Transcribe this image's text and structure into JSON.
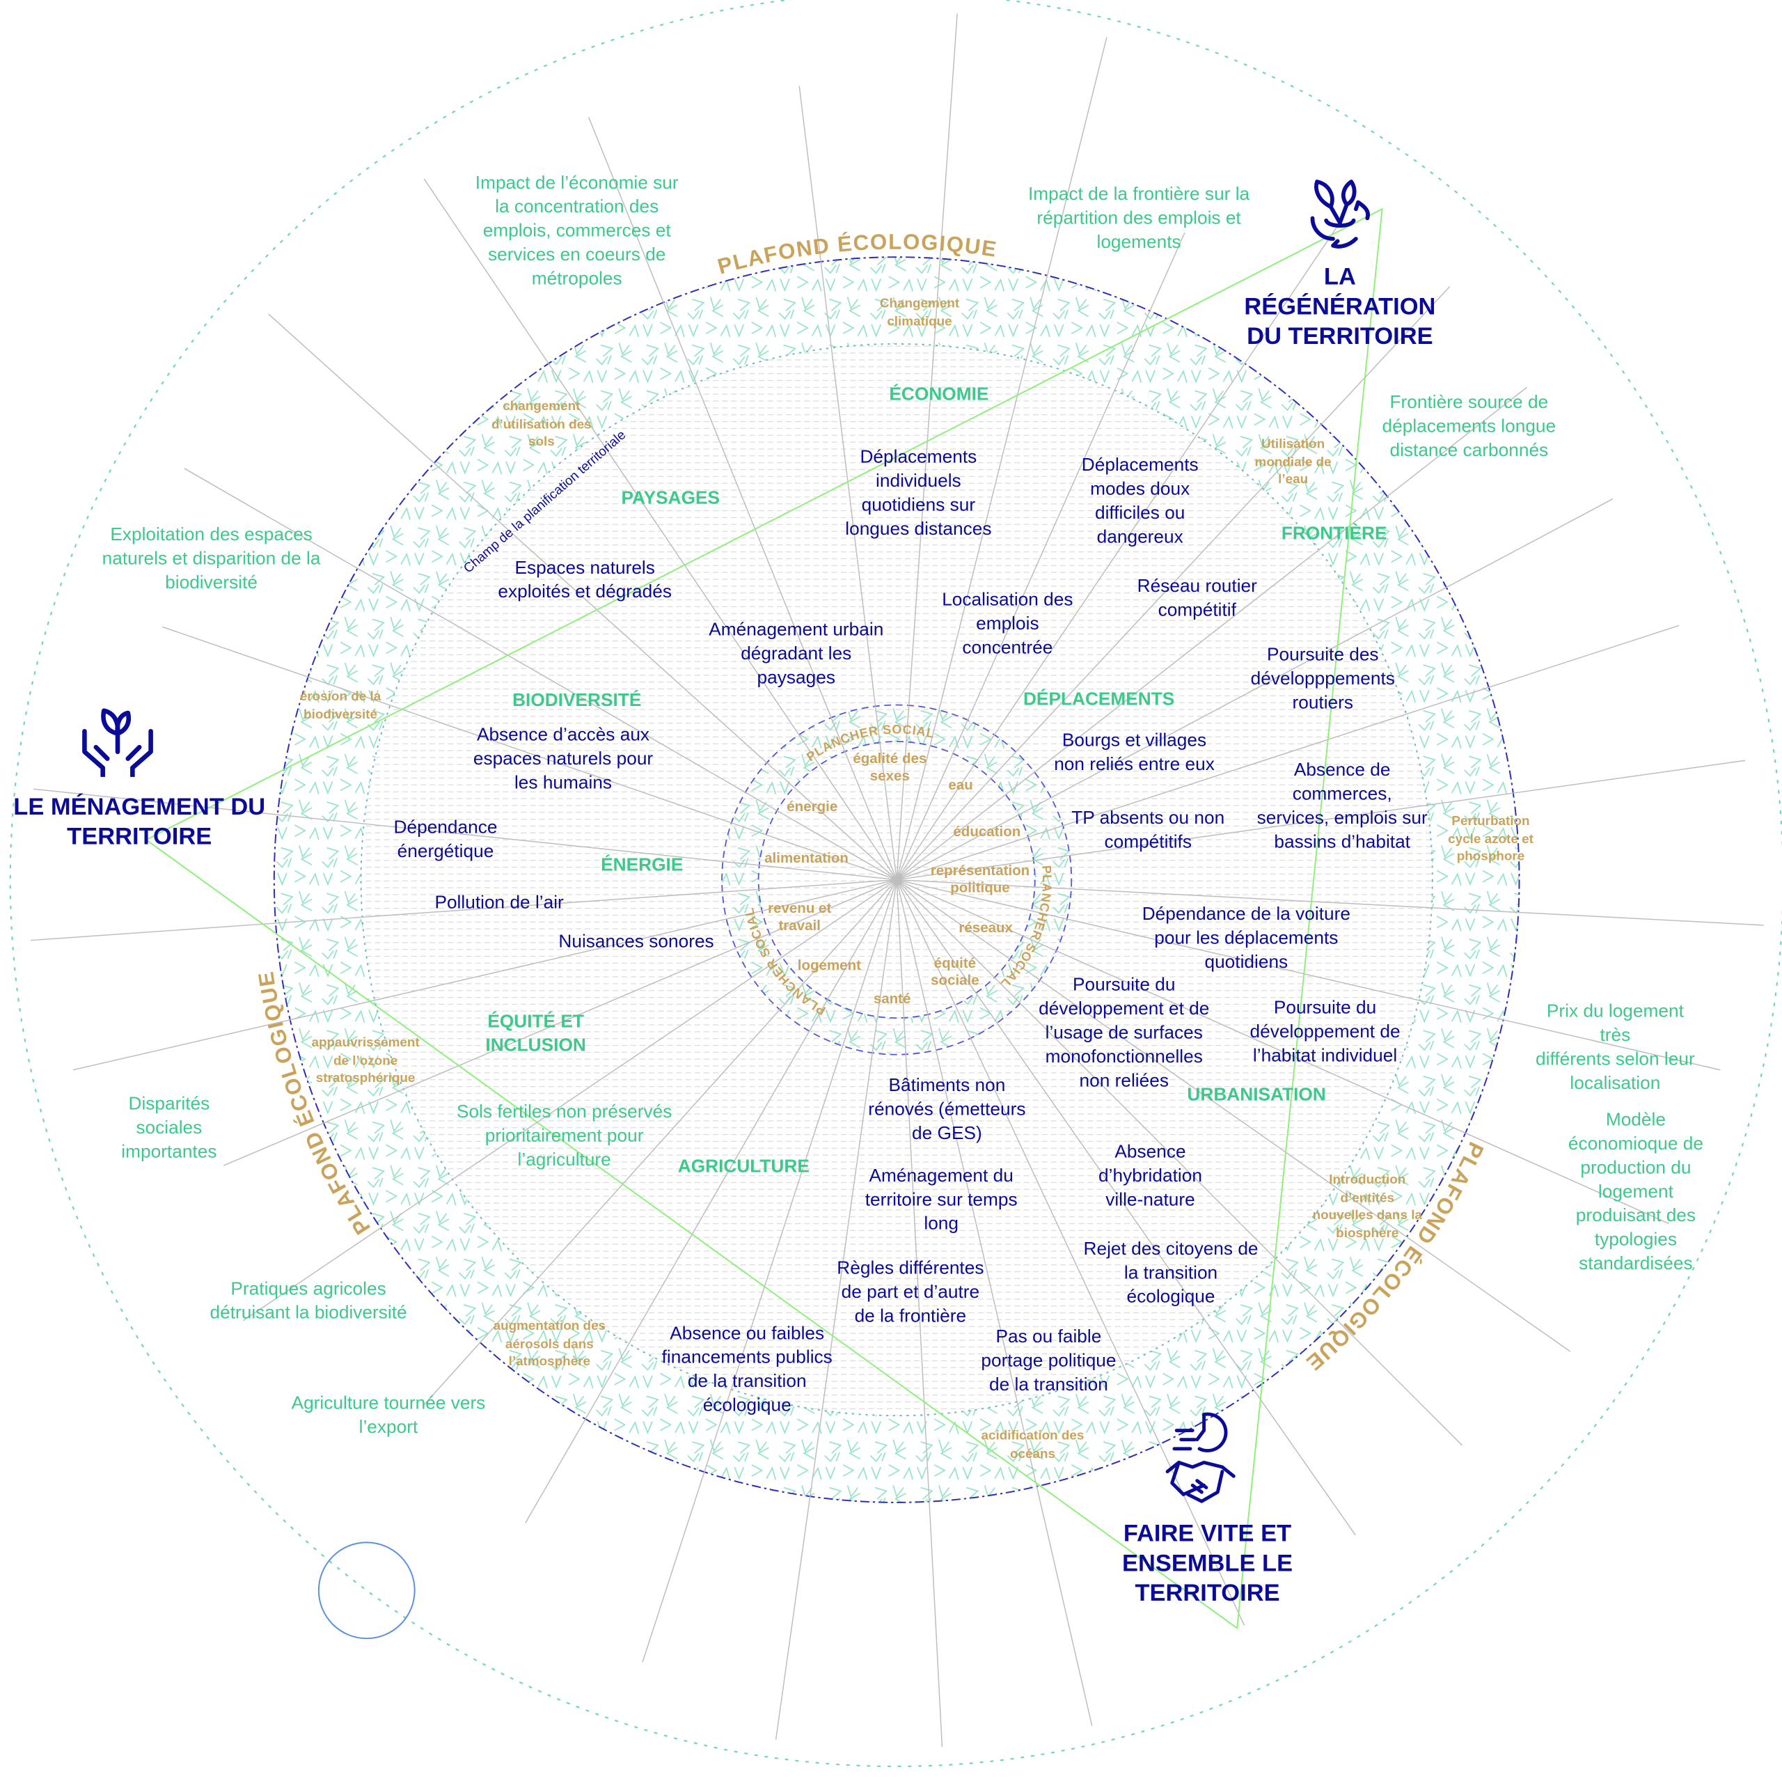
{
  "titles": {
    "menagement": "LE MÉNAGEMENT DU\nTERRITOIRE",
    "regeneration": "LA\nRÉGÉNÉRATION\nDU TERRITOIRE",
    "faire_vite": "FAIRE VITE ET\nENSEMBLE LE\nTERRITOIRE"
  },
  "ring_labels": {
    "plafond_top": "PLAFOND ÉCOLOGIQUE",
    "plafond_left": "PLAFOND ÉCOLOGIQUE",
    "plafond_right": "PLAFOND ÉCOLOGIQUE",
    "plancher_top": "PLANCHER SOCIAL",
    "plancher_right": "PLANCHER SOCIAL",
    "plancher_left": "PLANCHER SOCIAL",
    "champ": "Champ de la planification territoriale"
  },
  "outer_impacts": [
    "Impact de l’économie sur\nla concentration des\nemplois, commerces et\nservices en coeurs de\nmétropoles",
    "Impact de la frontière sur la\nrépartition des emplois et\nlogements",
    "Frontière source de\ndéplacements longue\ndistance carbonnés",
    "Exploitation des espaces\nnaturels et disparition de la\nbiodiversité",
    "Prix du logement très\ndifférents selon leur\nlocalisation",
    "Modèle économioque de\nproduction du logement\nproduisant des\ntypologies standardisées",
    "Disparités\nsociales\nimportantes",
    "Pratiques agricoles\ndétruisant la biodiversité",
    "Agriculture tournée vers\nl’export",
    "Sols fertiles non préservés\nprioritairement pour\nl’agriculture"
  ],
  "sections": {
    "economie": "ÉCONOMIE",
    "paysages": "PAYSAGES",
    "frontiere": "FRONTIÈRE",
    "biodiversite": "BIODIVERSITÉ",
    "deplacements": "DÉPLACEMENTS",
    "energie": "ÉNERGIE",
    "equite": "ÉQUITÉ ET\nINCLUSION",
    "urbanisation": "URBANISATION",
    "agriculture": "AGRICULTURE"
  },
  "issues": [
    "Déplacements\nindividuels\nquotidiens sur\nlongues distances",
    "Déplacements\nmodes doux\ndifficiles ou\ndangereux",
    "Espaces naturels\nexploités et dégradés",
    "Réseau routier\ncompétitif",
    "Localisation des\nemplois\nconcentrée",
    "Aménagement urbain\ndégradant les\npaysages",
    "Poursuite des\ndévelopppements\nroutiers",
    "Absence d’accès aux\nespaces naturels pour\nles humains",
    "Bourgs et villages\nnon reliés entre eux",
    "Absence de\ncommerces,\nservices, emplois sur\nbassins d’habitat",
    "Dépendance\nénergétique",
    "TP absents ou non\ncompétitifs",
    "Pollution de l’air",
    "Dépendance de la voiture\npour les déplacements\nquotidiens",
    "Nuisances sonores",
    "Poursuite du\ndéveloppement et de\nl’usage de surfaces\nmonofonctionnelles\nnon reliées",
    "Poursuite du\ndéveloppement de\nl’habitat individuel",
    "Bâtiments non\nrénovés (émetteurs\nde GES)",
    "Aménagement du\nterritoire sur temps\nlong",
    "Absence\nd’hybridation\nville-nature",
    "Rejet des citoyens de\nla transition\nécologique",
    "Règles différentes\nde part et d’autre\nde la frontière",
    "Absence ou faibles\nfinancements publics\nde la transition\nécologique",
    "Pas ou faible\nportage politique\nde la transition"
  ],
  "planetary_boundaries": [
    "Changement\nclimatique",
    "changement\nd’utilisation des\nsols",
    "Utilisation\nmondiale de\nl’eau",
    "érosion de la\nbiodiversité",
    "Perturbation\ncycle azote et\nphosphore",
    "appauvrissement\nde l’ozone\nstratosphérique",
    "Introduction\nd’entités\nnouvelles dans la\nbiosphère",
    "augmentation des\naérosols dans\nl’atmosphère",
    "acidification des\nocéans"
  ],
  "social_floor": [
    "égalité des\nsexes",
    "eau",
    "énergie",
    "éducation",
    "alimentation",
    "représentation\npolitique",
    "revenu et\ntravail",
    "réseaux",
    "logement",
    "équité\nsociale",
    "santé"
  ],
  "colors": {
    "dark_blue": "#0b0b99",
    "green": "#3cc98a",
    "gold": "#c9a35c",
    "hatch": "#8fe3c2"
  }
}
